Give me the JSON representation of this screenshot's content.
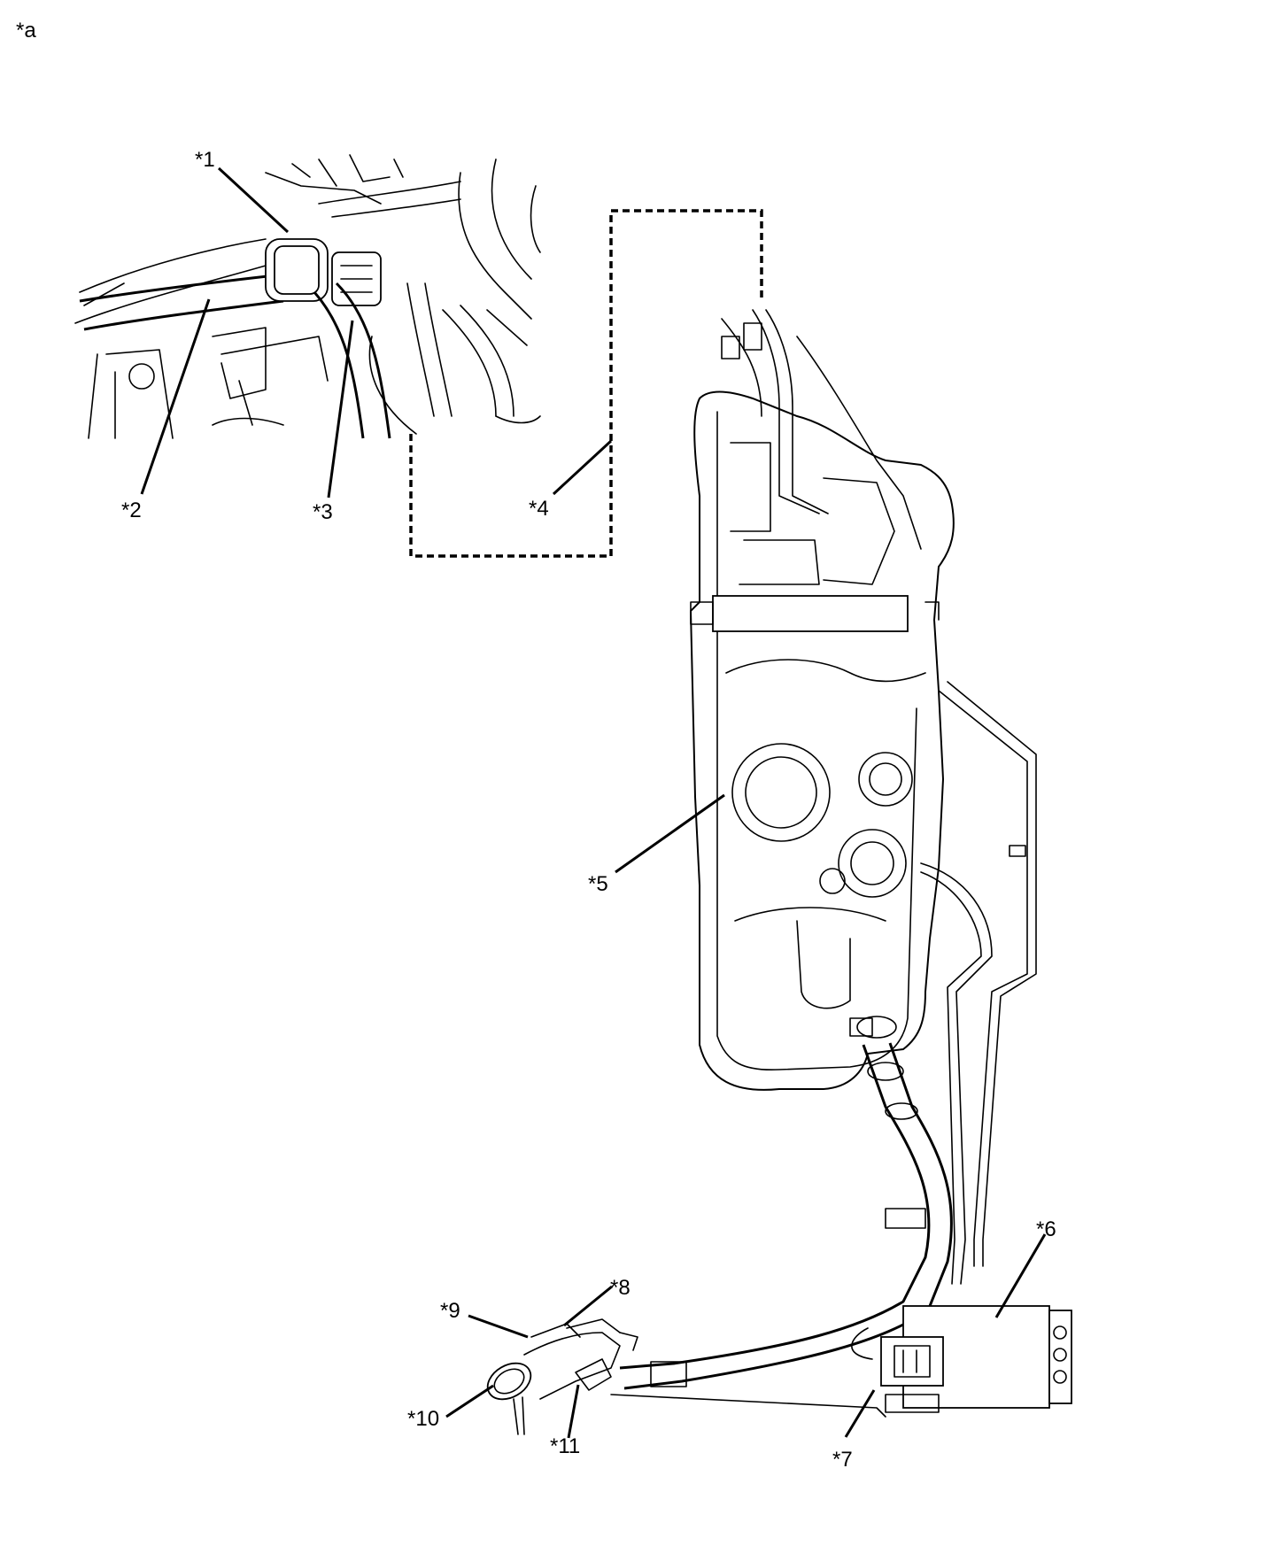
{
  "view_label": "*a",
  "callouts": [
    {
      "id": "c1",
      "text": "*1"
    },
    {
      "id": "c2",
      "text": "*2"
    },
    {
      "id": "c3",
      "text": "*3"
    },
    {
      "id": "c4",
      "text": "*4"
    },
    {
      "id": "c5",
      "text": "*5"
    },
    {
      "id": "c6",
      "text": "*6"
    },
    {
      "id": "c7",
      "text": "*7"
    },
    {
      "id": "c8",
      "text": "*8"
    },
    {
      "id": "c9",
      "text": "*9"
    },
    {
      "id": "c10",
      "text": "*10"
    },
    {
      "id": "c11",
      "text": "*11"
    }
  ]
}
